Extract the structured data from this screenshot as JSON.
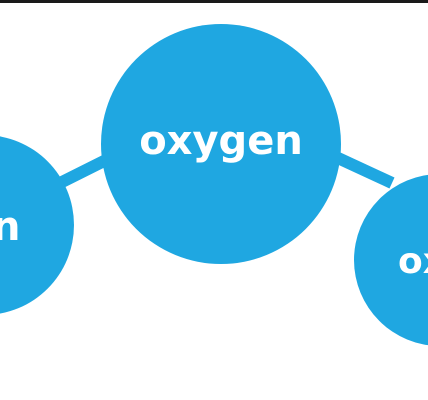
{
  "colors": {
    "atom": "#1fa7e1",
    "bond": "#1fa7e1",
    "label": "#ffffff",
    "top_bar": "#1a1a1a",
    "background": "#ffffff"
  },
  "atoms": {
    "left": {
      "label": "n"
    },
    "center": {
      "label": "oxygen"
    },
    "right": {
      "label": "ox"
    }
  }
}
